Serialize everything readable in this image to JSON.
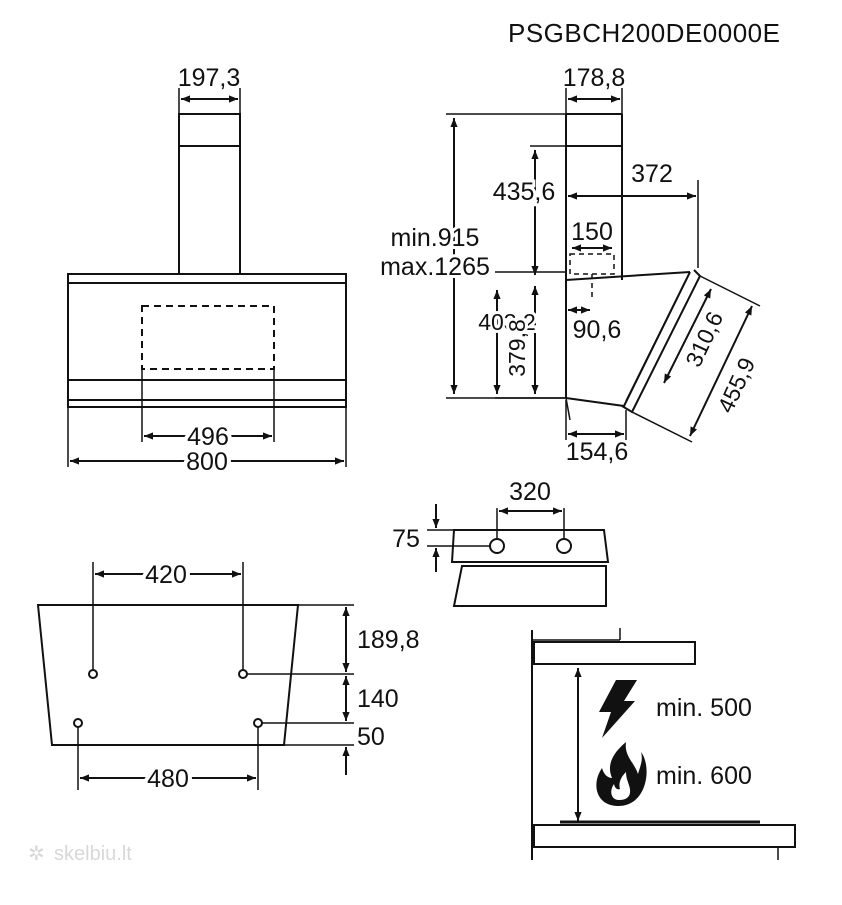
{
  "header": {
    "model_code": "PSGBCH200DE0000E"
  },
  "front_view": {
    "chimney_width": "197,3",
    "inner_width": "496",
    "total_width": "800"
  },
  "side_view": {
    "chimney_depth": "178,8",
    "upper_height": "435,6",
    "projection": "372",
    "min_height": "min.915",
    "max_height": "max.1265",
    "outlet_width": "150",
    "hood_height": "403,2",
    "outlet_offset": "90,6",
    "front_height": "379,8",
    "bottom_depth": "154,6",
    "panel_short": "310,6",
    "panel_long": "455,9"
  },
  "bracket_view": {
    "hole_spacing": "320",
    "hole_height": "75"
  },
  "mounting_view": {
    "top_spacing": "420",
    "bottom_spacing": "480",
    "top_offset": "189,8",
    "middle_offset": "140",
    "bottom_offset": "50"
  },
  "clearance_view": {
    "electric_label": "min. 500",
    "gas_label": "min. 600",
    "electric_icon": "lightning-icon",
    "gas_icon": "flame-icon"
  },
  "watermark": {
    "text": "skelbiu.lt"
  },
  "colors": {
    "ink": "#111111",
    "watermark": "#d8d8d8",
    "background": "#ffffff"
  }
}
